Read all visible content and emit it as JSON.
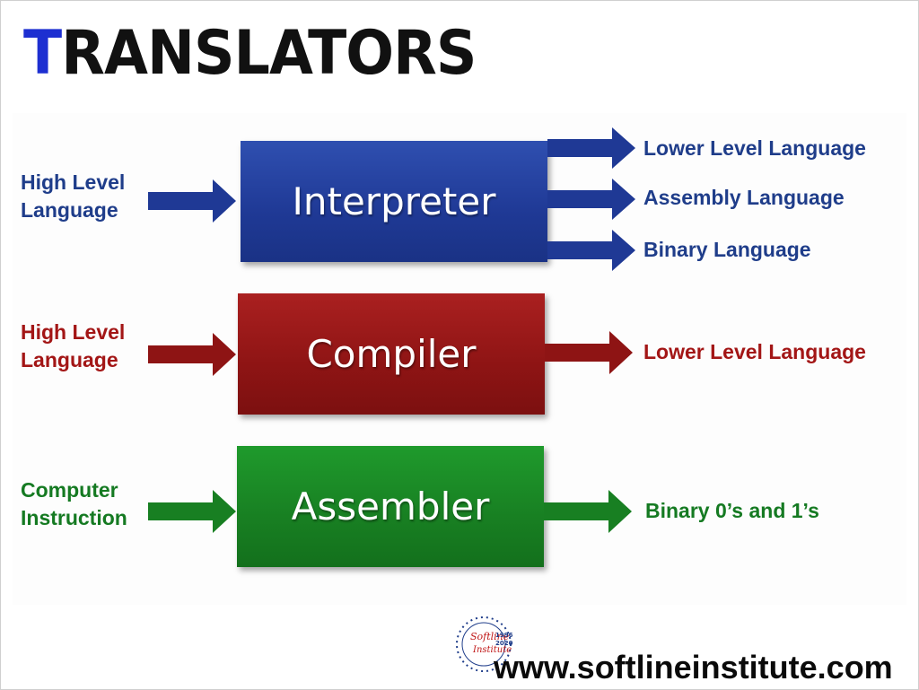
{
  "title": {
    "first_letter": "T",
    "rest": "RANSLATORS"
  },
  "colors": {
    "accent_blue": "#1d2fd1",
    "interpreter": "#1f3995",
    "compiler": "#8e1414",
    "assembler": "#187f22"
  },
  "rows": [
    {
      "translator": "Interpreter",
      "input_lines": [
        "High Level",
        "Language"
      ],
      "outputs": [
        "Lower Level Language",
        "Assembly Language",
        "Binary Language"
      ]
    },
    {
      "translator": "Compiler",
      "input_lines": [
        "High Level",
        "Language"
      ],
      "outputs": [
        "Lower Level Language"
      ]
    },
    {
      "translator": "Assembler",
      "input_lines": [
        "Computer",
        "Instruction"
      ],
      "outputs": [
        "Binary 0’s and 1’s"
      ]
    }
  ],
  "logo": {
    "name": "Softline Institute",
    "years": "1996 2020"
  },
  "website": "www.softlineinstitute.com"
}
